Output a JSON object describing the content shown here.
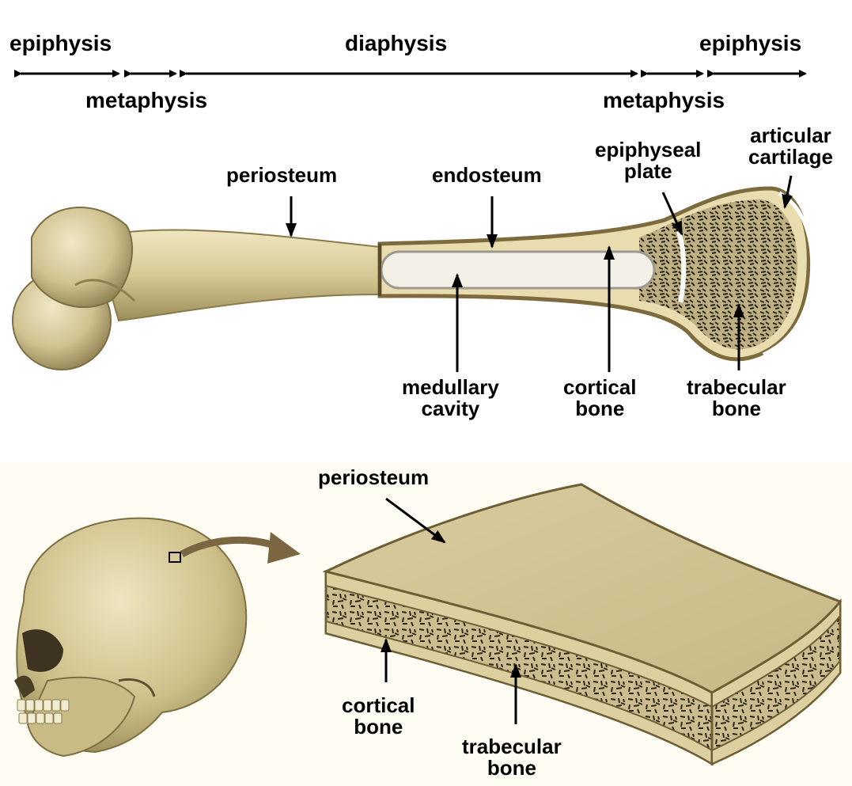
{
  "zones": {
    "epiphysis_left": "epiphysis",
    "metaphysis_left": "metaphysis",
    "diaphysis": "diaphysis",
    "metaphysis_right": "metaphysis",
    "epiphysis_right": "epiphysis"
  },
  "long_bone": {
    "periosteum": "periosteum",
    "endosteum": "endosteum",
    "epiphyseal_plate": "epiphyseal\nplate",
    "articular_cartilage": "articular\ncartilage",
    "medullary_cavity": "medullary\ncavity",
    "cortical_bone": "cortical\nbone",
    "trabecular_bone": "trabecular\nbone"
  },
  "flat_bone": {
    "periosteum": "periosteum",
    "cortical_bone": "cortical\nbone",
    "trabecular_bone": "trabecular\nbone"
  },
  "colors": {
    "bone": "#d6cb9a",
    "bone_dark": "#8a7a4a",
    "cortical": "#e8dcae",
    "marrow": "#f2f0e6",
    "trabecular_bg": "#c8b98a",
    "trabecular_marks": "#2b2518",
    "arrow": "#000000",
    "curved_arrow": "#7a6640"
  }
}
